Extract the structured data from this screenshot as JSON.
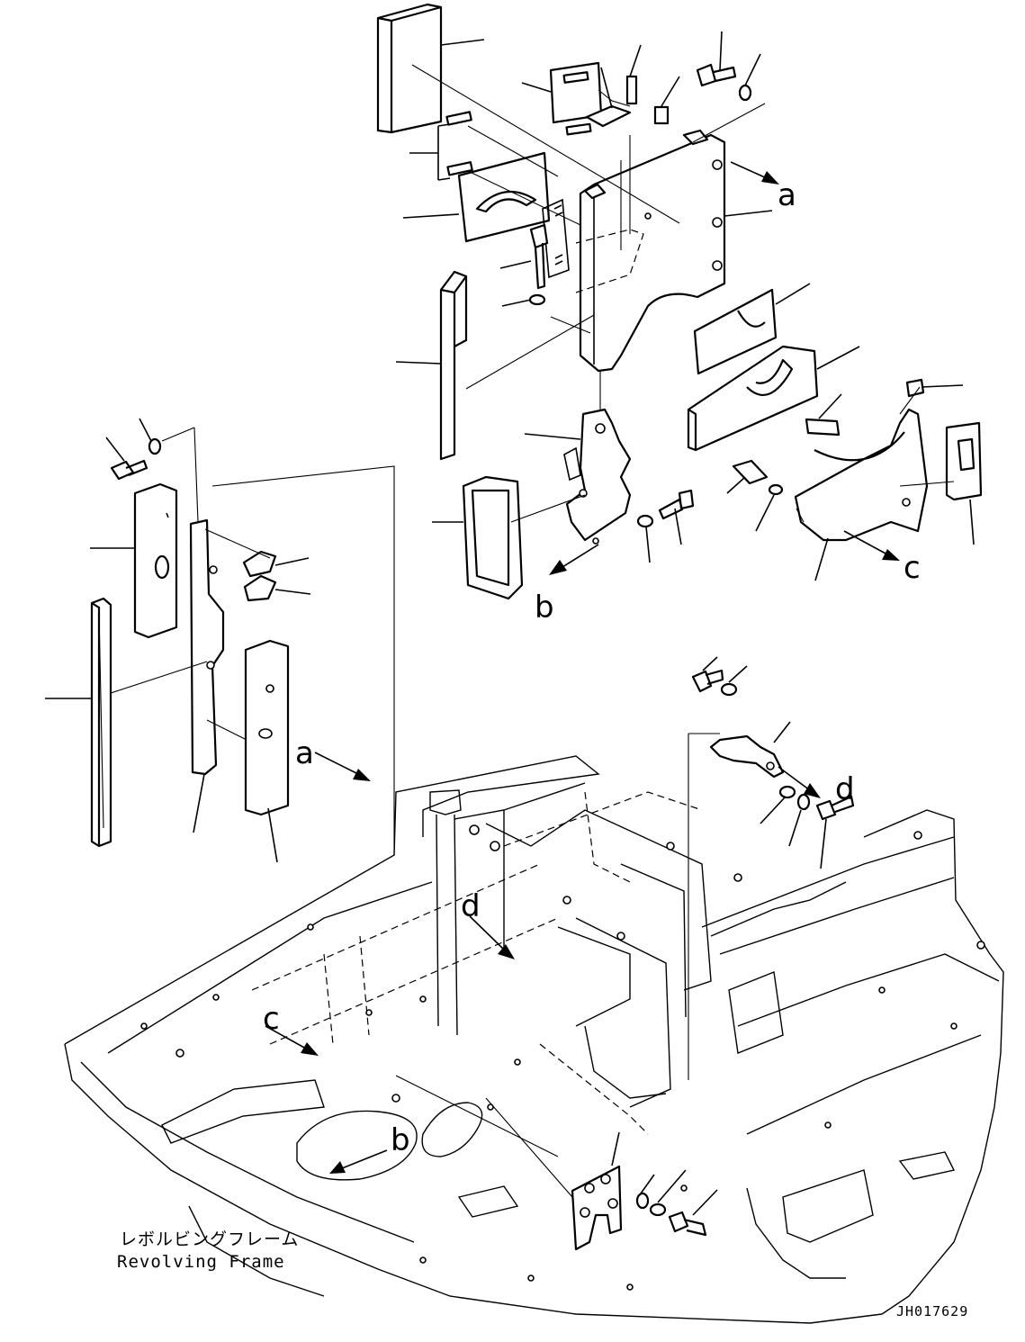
{
  "diagram": {
    "callouts": {
      "a_upper": "a",
      "a_left": "a",
      "b_upper": "b",
      "b_lower": "b",
      "c_upper": "c",
      "c_lower": "c",
      "d_upper": "d",
      "d_lower": "d"
    },
    "frame_label": {
      "japanese": "レボルビングフレーム",
      "english": "Revolving Frame"
    },
    "drawing_number": "JH017629"
  }
}
